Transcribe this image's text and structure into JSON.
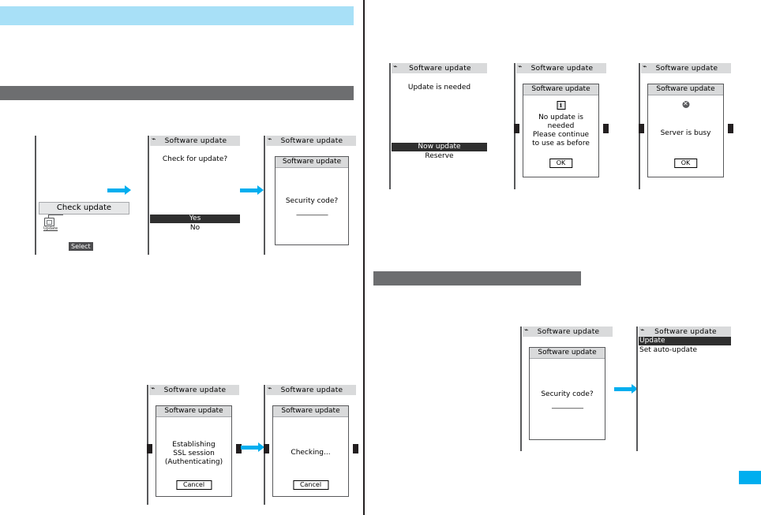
{
  "page": {
    "bands": [
      {
        "name": "top-blue-band",
        "color": "#a8e0f7"
      },
      {
        "name": "section-gray-band-left",
        "color": "#6d6e70"
      },
      {
        "name": "section-gray-band-right",
        "color": "#6d6e70"
      }
    ],
    "corner_tab_color": "#00aeef",
    "divider_color": "#231f20"
  },
  "common": {
    "title": "Software update",
    "title_icon": "antenna-icon"
  },
  "flow_top_left": {
    "screen1": {
      "banner": "Check update",
      "icon_caption": "Update",
      "softkey": "Select"
    },
    "screen2": {
      "title": "Software update",
      "prompt": "Check for update?",
      "option_selected": "Yes",
      "option_other": "No"
    },
    "screen3": {
      "title": "Software update",
      "dialog_title": "Software update",
      "dialog_text": "Security code?",
      "dialog_input_mask": "—————"
    }
  },
  "flow_bottom_left": {
    "screen1": {
      "title": "Software update",
      "dialog_title": "Software update",
      "dialog_text": "Establishing\nSSL session\n(Authenticating)",
      "button": "Cancel"
    },
    "screen2": {
      "title": "Software update",
      "dialog_title": "Software update",
      "dialog_text": "Checking...",
      "button": "Cancel"
    }
  },
  "flow_top_right": {
    "screen1": {
      "title": "Software update",
      "message": "Update is needed",
      "option_selected": "Now update",
      "option_other": "Reserve"
    },
    "screen2": {
      "title": "Software update",
      "dialog_title": "Software update",
      "icon": "info-icon",
      "dialog_text": "No update is\nneeded\nPlease continue\nto use as before",
      "button": "OK"
    },
    "screen3": {
      "title": "Software update",
      "dialog_title": "Software update",
      "icon": "error-icon",
      "dialog_text": "Server is busy",
      "button": "OK"
    }
  },
  "flow_bottom_right": {
    "screen1": {
      "title": "Software update",
      "dialog_title": "Software update",
      "dialog_text": "Security code?",
      "dialog_input_mask": "—————"
    },
    "screen2": {
      "title": "Software update",
      "item_selected": "Update",
      "item_other": "Set auto-update"
    }
  }
}
